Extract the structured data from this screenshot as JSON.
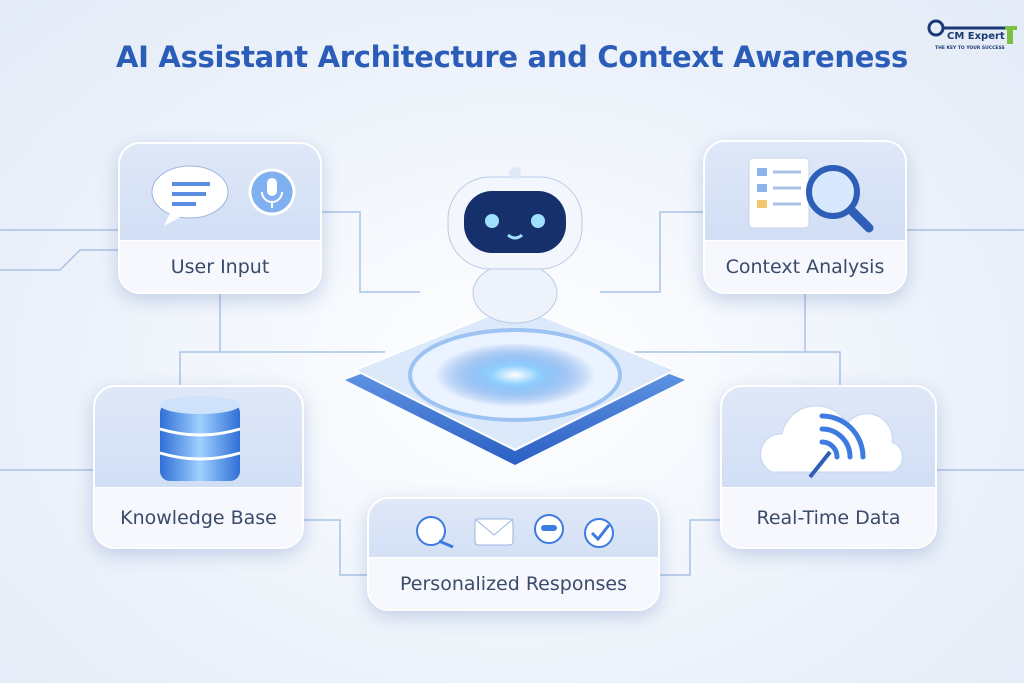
{
  "title": "AI Assistant Architecture and Context Awareness",
  "logo": {
    "name": "CM Expert",
    "tagline": "THE KEY TO YOUR SUCCESS"
  },
  "nodes": {
    "user_input": {
      "label": "User Input",
      "icons": [
        "chat-bubble-icon",
        "microphone-icon"
      ]
    },
    "context_analysis": {
      "label": "Context Analysis",
      "icons": [
        "document-icon",
        "magnifier-icon"
      ]
    },
    "knowledge_base": {
      "label": "Knowledge Base",
      "icons": [
        "database-icon"
      ]
    },
    "real_time_data": {
      "label": "Real-Time Data",
      "icons": [
        "cloud-signal-icon"
      ]
    },
    "personalized_responses": {
      "label": "Personalized Responses",
      "icons": [
        "user-icon",
        "mail-icon",
        "chat-icon",
        "check-icon"
      ]
    }
  },
  "center": {
    "icons": [
      "robot-icon",
      "platform-icon"
    ]
  },
  "colors": {
    "title": "#2a5cb8",
    "accent": "#3d7be0",
    "glow": "#8fd0ff"
  }
}
